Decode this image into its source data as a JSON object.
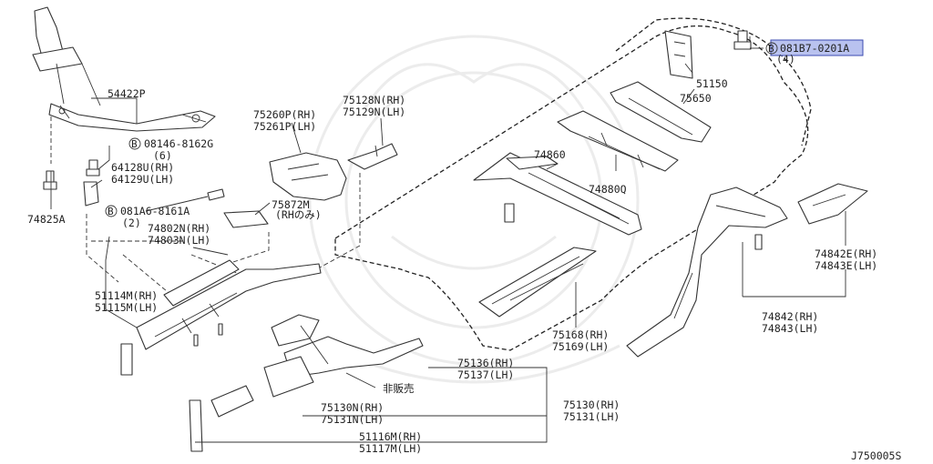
{
  "diagram_code": "J750005S",
  "callouts": {
    "p54422P": "54422P",
    "p74825A": "74825A",
    "b08146": "08146-8162G",
    "b08146_qty": "(6)",
    "b08146_circle": "B",
    "p64128U": "64128U(RH)",
    "p64129U": "64129U(LH)",
    "b081A6": "081A6-8161A",
    "b081A6_qty": "(2)",
    "b081A6_circle": "B",
    "p75260P": "75260P(RH)",
    "p75261P": "75261P(LH)",
    "p75128N": "75128N(RH)",
    "p75129N": "75129N(LH)",
    "p75872M": "75872M",
    "p75872M_note": "(RHのみ)",
    "p74802N": "74802N(RH)",
    "p74803N": "74803N(LH)",
    "p51114M": "51114M(RH)",
    "p51115M": "51115M(LH)",
    "p74860": "74860",
    "p74880Q": "74880Q",
    "p51150": "51150",
    "p75650": "75650",
    "b081B7": "081B7-0201A",
    "b081B7_qty": "(4)",
    "b081B7_circle": "B",
    "p74842E": "74842E(RH)",
    "p74843E": "74843E(LH)",
    "p74842": "74842(RH)",
    "p74843": "74843(LH)",
    "p75168": "75168(RH)",
    "p75169": "75169(LH)",
    "p75136": "75136(RH)",
    "p75137": "75137(LH)",
    "not_for_sale": "非販売",
    "p75130N": "75130N(RH)",
    "p75131N": "75131N(LH)",
    "p75130": "75130(RH)",
    "p75131": "75131(LH)",
    "p51116M": "51116M(RH)",
    "p51117M": "51117M(LH)"
  },
  "colors": {
    "line": "#333333",
    "highlight_fill": "#b9c2ef",
    "highlight_stroke": "#3b4bb0",
    "watermark": "#ececec"
  }
}
